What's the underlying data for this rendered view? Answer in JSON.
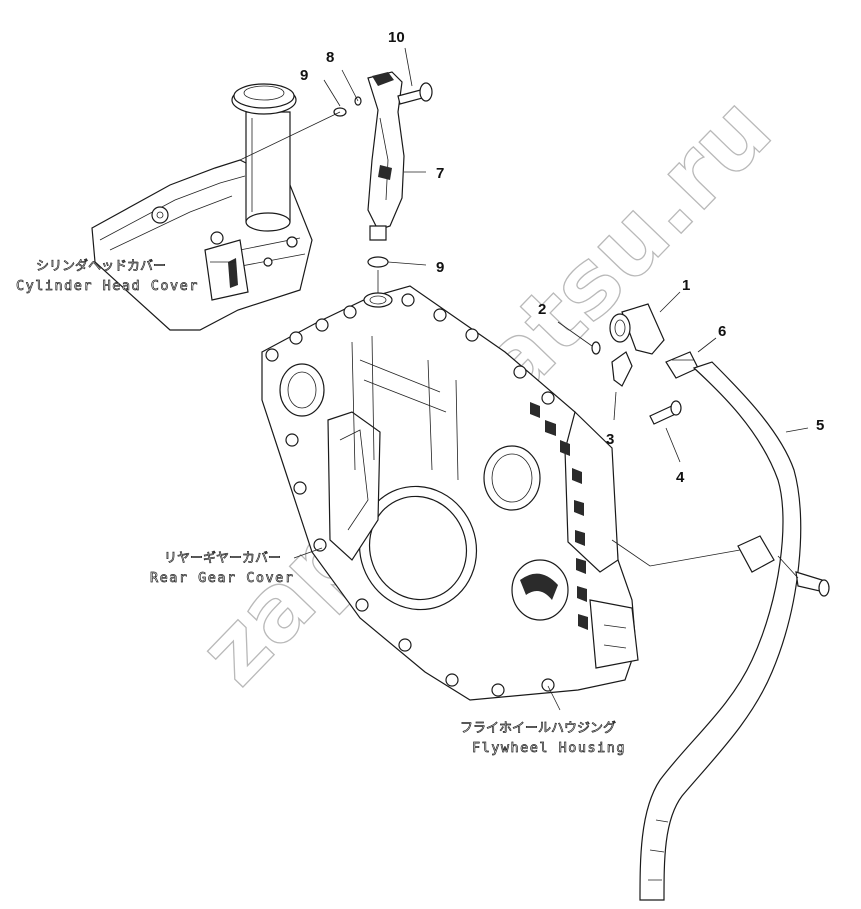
{
  "labels": {
    "cylinder_head_cover_jp": "シリンダヘッドカバー",
    "cylinder_head_cover_en": "Cylinder Head Cover",
    "rear_gear_cover_jp": "リヤーギヤーカバー",
    "rear_gear_cover_en": "Rear Gear Cover",
    "flywheel_housing_jp": "フライホイールハウジング",
    "flywheel_housing_en": "Flywheel Housing"
  },
  "part_numbers": {
    "p1": "1",
    "p2": "2",
    "p3": "3",
    "p4": "4",
    "p5": "5",
    "p6": "6",
    "p7": "7",
    "p8": "8",
    "p9a": "9",
    "p9b": "9",
    "p10": "10"
  },
  "watermark": "zapkomatsu.ru"
}
